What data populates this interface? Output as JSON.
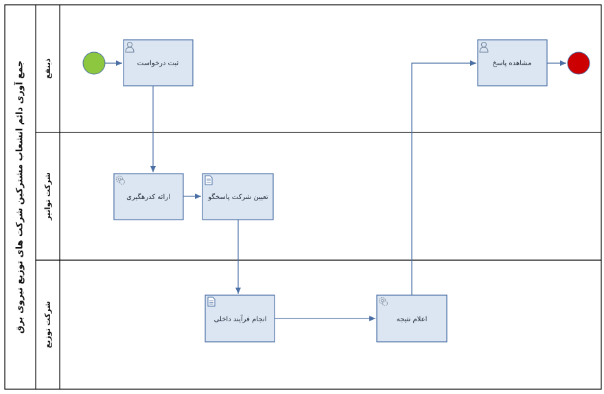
{
  "pool": {
    "title": "جمع آوری دائم انشعاب مشترکین شرکت های توزیع نیروی برق",
    "lanes": [
      {
        "id": "lane1",
        "label": "ذینفع"
      },
      {
        "id": "lane2",
        "label": "شرکت توانیر"
      },
      {
        "id": "lane3",
        "label": "شرکت توزیع"
      }
    ]
  },
  "tasks": [
    {
      "id": "t1",
      "label": "ثبت درخواست",
      "icon": "user-icon"
    },
    {
      "id": "t2",
      "label": "ارائه کدرهگیری",
      "icon": "gear-icon"
    },
    {
      "id": "t3",
      "label": "تعیین شرکت پاسخگو",
      "icon": "script-icon"
    },
    {
      "id": "t4",
      "label": "انجام فرآیند داخلی",
      "icon": "script-icon"
    },
    {
      "id": "t5",
      "label": "اعلام نتیجه",
      "icon": "gear-icon"
    },
    {
      "id": "t6",
      "label": "مشاهده پاسخ",
      "icon": "user-icon"
    }
  ],
  "events": [
    {
      "id": "start",
      "type": "start-event",
      "color": "#8dc63f"
    },
    {
      "id": "end",
      "type": "end-event",
      "color": "#cc0000"
    }
  ],
  "colors": {
    "task_fill": "#dce6f2",
    "task_stroke": "#4a6fa5",
    "flow": "#4a6fa5",
    "lane_line": "#000000"
  }
}
